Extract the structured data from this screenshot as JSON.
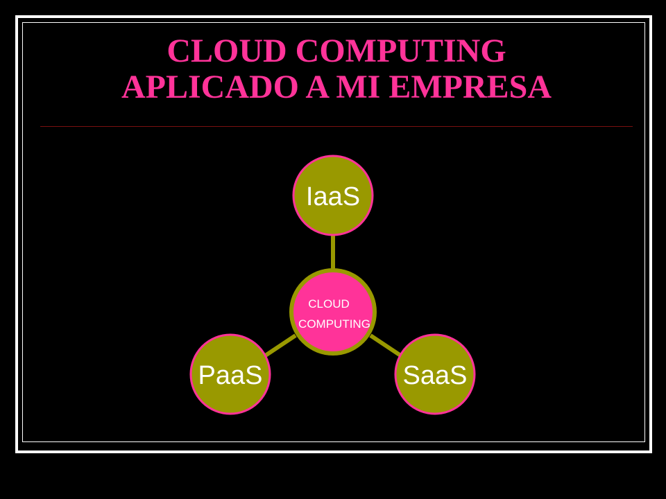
{
  "slide": {
    "title_line1": "CLOUD COMPUTING",
    "title_line2": "APLICADO A MI EMPRESA"
  },
  "diagram": {
    "center": {
      "line1": "CLOUD",
      "line2": "COMPUTING"
    },
    "nodes": [
      {
        "id": "iaas",
        "label": "IaaS"
      },
      {
        "id": "paas",
        "label": "PaaS"
      },
      {
        "id": "saas",
        "label": "SaaS"
      }
    ]
  },
  "colors": {
    "background": "#000000",
    "title": "#ff3399",
    "center_fill": "#ff3399",
    "node_fill": "#999900",
    "node_outline": "#ff3399",
    "connector": "#999900",
    "text": "#ffffff"
  }
}
